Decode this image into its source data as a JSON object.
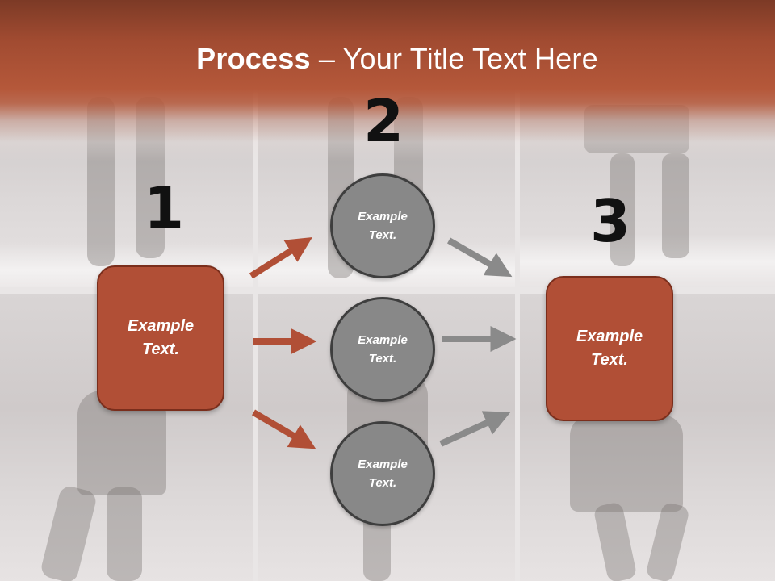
{
  "title": {
    "bold": "Process",
    "rest": " – Your Title Text Here"
  },
  "steps": [
    {
      "number": "1",
      "label": "Example\nText."
    },
    {
      "number": "2",
      "label": ""
    },
    {
      "number": "3",
      "label": "Example\nText."
    }
  ],
  "circles": [
    {
      "label": "Example\nText."
    },
    {
      "label": "Example\nText."
    },
    {
      "label": "Example\nText."
    }
  ],
  "colors": {
    "accent": "#b14f36",
    "accent_dark": "#7a2e1c",
    "circle_fill": "#888888",
    "circle_border": "#3e3e3e",
    "gray_arrow": "#8a8a8a"
  }
}
